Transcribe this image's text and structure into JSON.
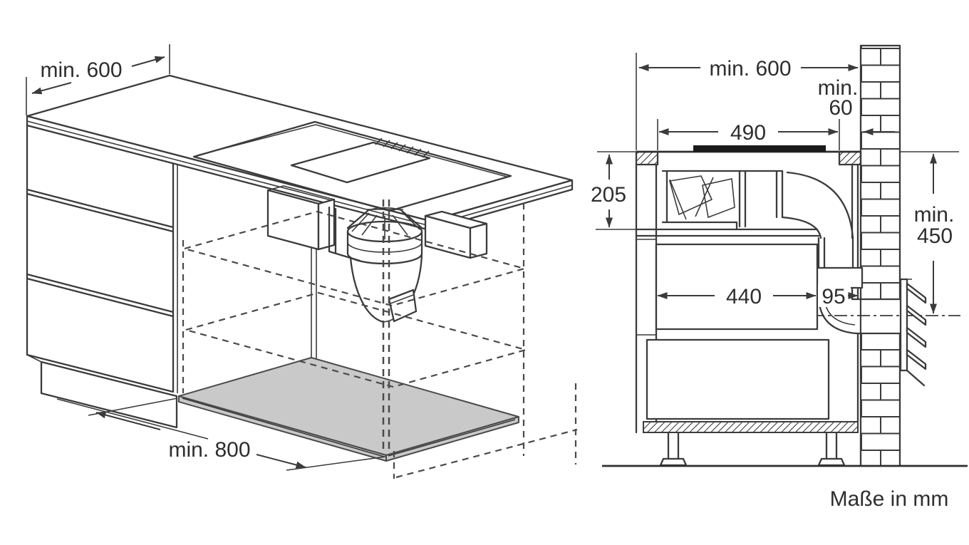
{
  "caption": "Maße in mm",
  "colors": {
    "line": "#3b3b3b",
    "floor_highlight": "#c9c9c9",
    "hob_glass": "#1a1a1a",
    "background": "#ffffff"
  },
  "isometric_view": {
    "counter_depth_min": "min. 600",
    "floor_clearance_min": "min. 800"
  },
  "section_view": {
    "counter_depth_min": "min. 600",
    "wall_gap_label": "min.",
    "wall_gap_value": "60",
    "cutout_width": "490",
    "below_counter_depth": "205",
    "outlet_height_label": "min.",
    "outlet_height_value": "450",
    "cabinet_inner_width": "440",
    "duct_width": "95"
  }
}
